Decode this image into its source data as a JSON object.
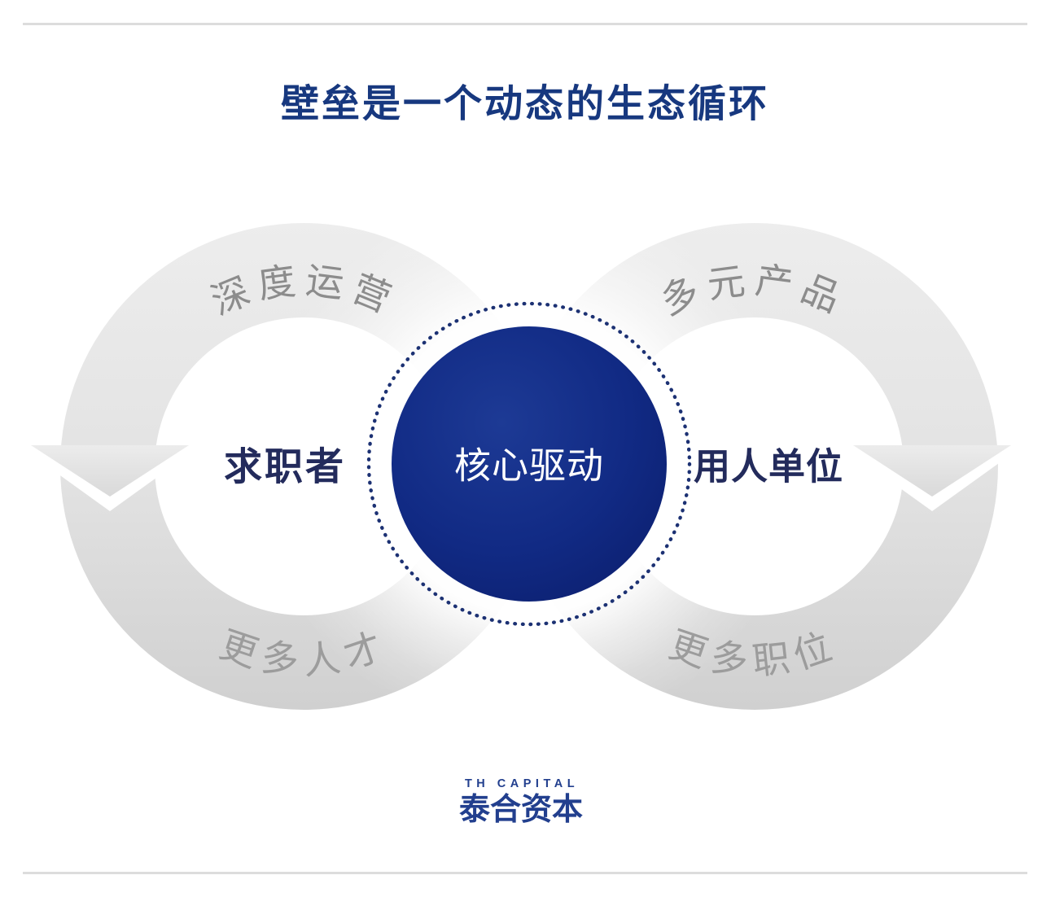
{
  "title": "壁垒是一个动态的生态循环",
  "center": {
    "label": "核心驱动"
  },
  "left_cycle": {
    "top_label": "深度运营",
    "center_label": "求职者",
    "bottom_label": "更多人才"
  },
  "right_cycle": {
    "top_label": "多元产品",
    "center_label": "用人单位",
    "bottom_label": "更多职位"
  },
  "footer": {
    "brand_en": "TH CAPITAL",
    "brand_cn": "泰合资本"
  },
  "colors": {
    "title_navy": "#17387f",
    "side_label_navy": "#232b5c",
    "core_blue_light": "#1d3a95",
    "core_blue_dark": "#0b1d6b",
    "core_label_white": "#ffffff",
    "dot_navy": "#1c3173",
    "ring_label_gray_top": "#8c8c8c",
    "ring_label_gray_bottom": "#9c9c9c",
    "brand_navy": "#223f8e",
    "rule_gray": "#dcdcdc"
  }
}
